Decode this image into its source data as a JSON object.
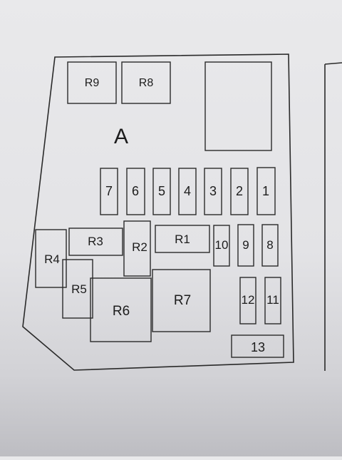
{
  "diagram": {
    "section_label": "A",
    "relays": {
      "R1": "R1",
      "R2": "R2",
      "R3": "R3",
      "R4": "R4",
      "R5": "R5",
      "R6": "R6",
      "R7": "R7",
      "R8": "R8",
      "R9": "R9"
    },
    "fuses": {
      "f1": "1",
      "f2": "2",
      "f3": "3",
      "f4": "4",
      "f5": "5",
      "f6": "6",
      "f7": "7",
      "f8": "8",
      "f9": "9",
      "f10": "10",
      "f11": "11",
      "f12": "12",
      "f13": "13"
    }
  }
}
